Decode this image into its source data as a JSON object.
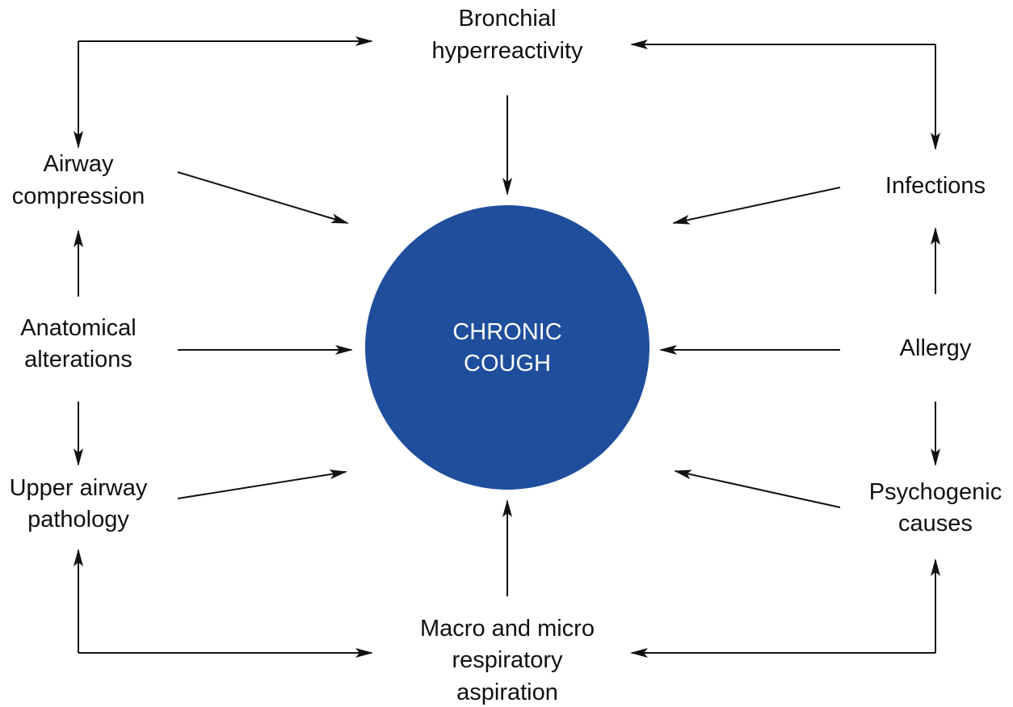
{
  "center": {
    "line1": "CHRONIC",
    "line2": "COUGH",
    "color": "#1f4e9c"
  },
  "nodes": {
    "bronchial": {
      "line1": "Bronchial",
      "line2": "hyperreactivity"
    },
    "airway_compression": {
      "line1": "Airway",
      "line2": "compression"
    },
    "infections": {
      "line1": "Infections"
    },
    "anatomical": {
      "line1": "Anatomical",
      "line2": "alterations"
    },
    "allergy": {
      "line1": "Allergy"
    },
    "upper_airway": {
      "line1": "Upper airway",
      "line2": "pathology"
    },
    "psychogenic": {
      "line1": "Psychogenic",
      "line2": "causes"
    },
    "aspiration": {
      "line1": "Macro and micro",
      "line2": "respiratory",
      "line3": "aspiration"
    }
  }
}
